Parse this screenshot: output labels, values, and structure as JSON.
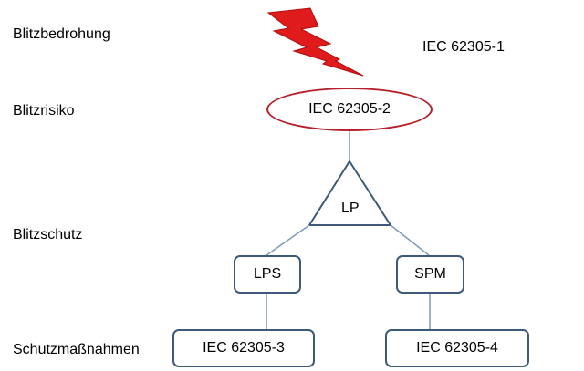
{
  "row_labels": {
    "threat": "Blitzbedrohung",
    "risk": "Blitzrisiko",
    "protection": "Blitzschutz",
    "measures": "Schutzmaßnahmen"
  },
  "nodes": {
    "standard_part1": "IEC 62305-1",
    "standard_part2": "IEC 62305-2",
    "lightning_protection": "LP",
    "lps": "LPS",
    "spm": "SPM",
    "standard_part3": "IEC 62305-3",
    "standard_part4": "IEC 62305-4"
  },
  "icons": {
    "threat_symbol": "lightning-bolt-icon"
  },
  "colors": {
    "bolt_fill": "#e01b1b",
    "bolt_stroke": "#b00d0d",
    "ellipse_border": "#b5202a",
    "box_border": "#3d5a78",
    "connector": "#7f9ab8"
  }
}
